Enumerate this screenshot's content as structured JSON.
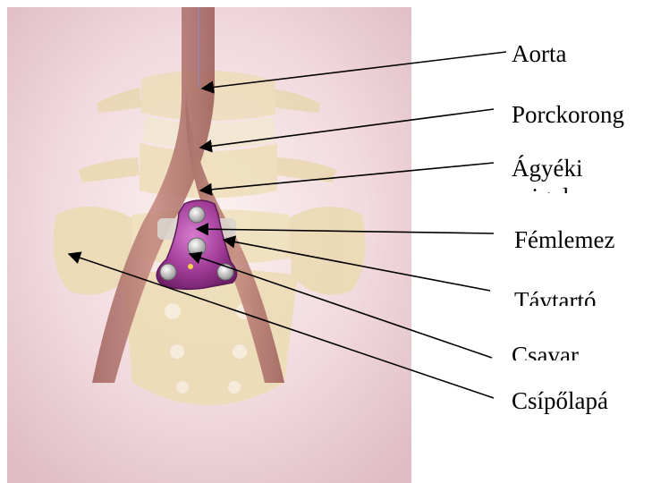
{
  "labels": {
    "aorta": "Aorta",
    "disc": "Porckorong",
    "lumbar": "Ágyéki",
    "lumbar_cut": "csigolya",
    "plate": "Fémlemez",
    "spacer": "Távtartó",
    "screw": "Csavar",
    "pelvis": "Csípőlapá"
  },
  "colors": {
    "background": "#ffffff",
    "label_text": "#000000",
    "arrow": "#000000",
    "vessel": "#a86a63",
    "bone": "#ecdcb4",
    "implant": "#a83aa0"
  }
}
